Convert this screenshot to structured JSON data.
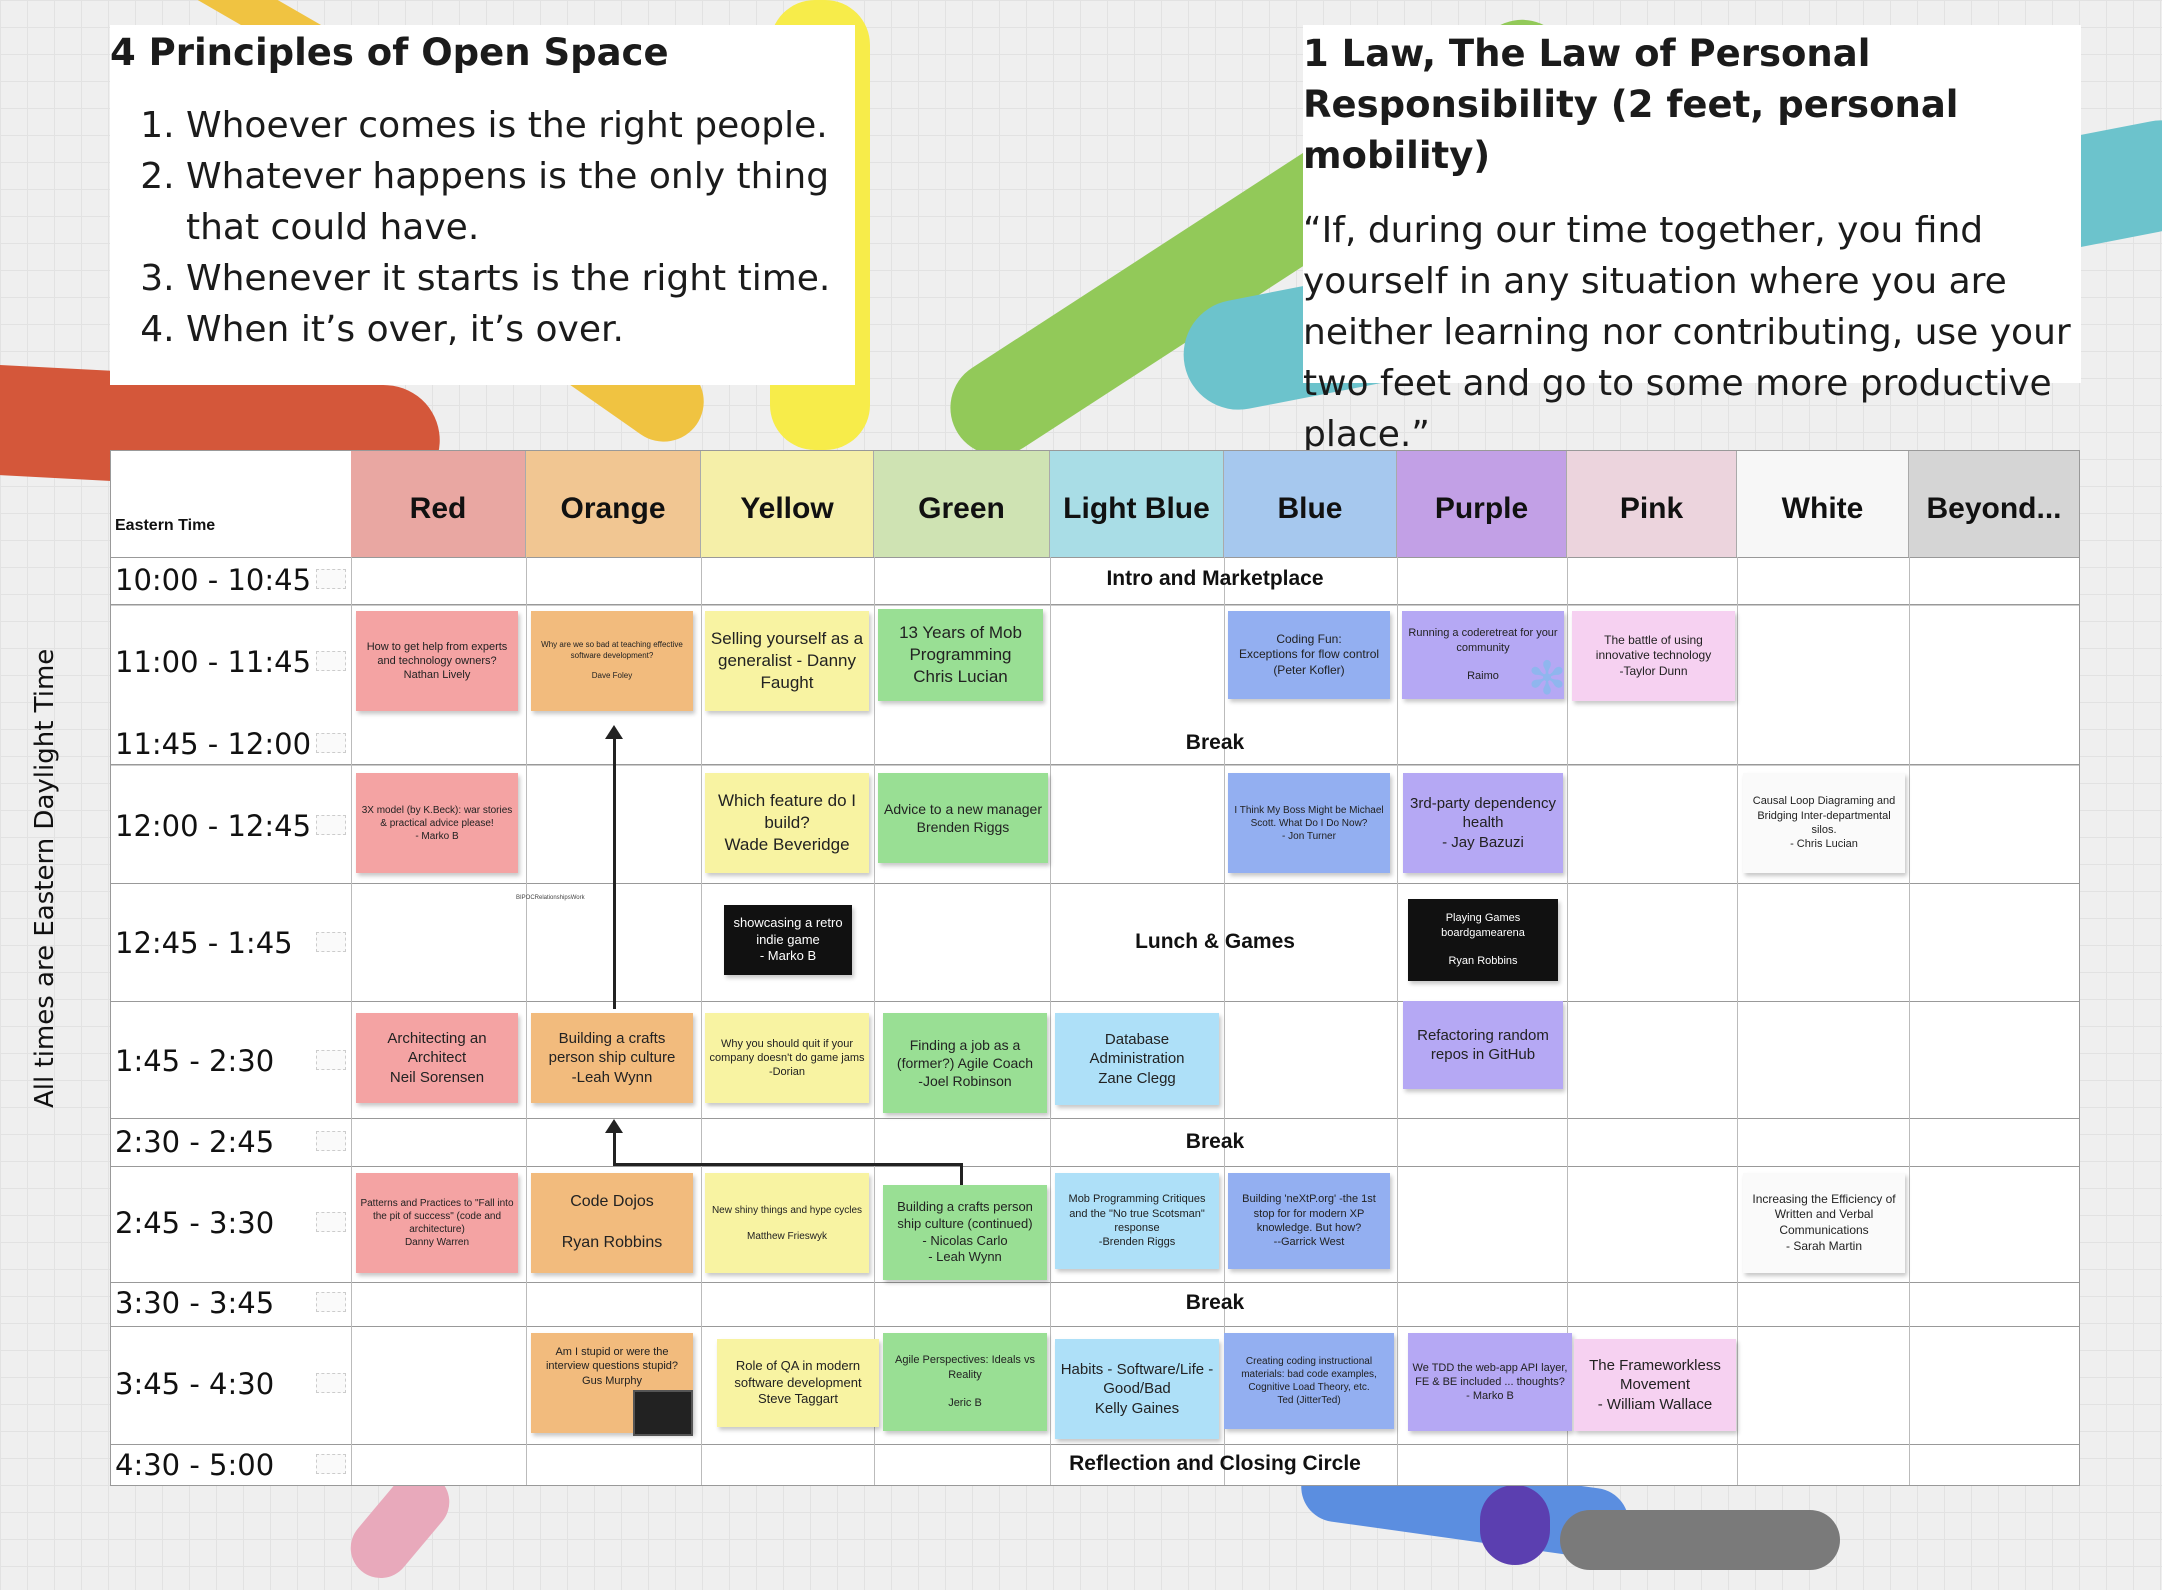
{
  "principles": {
    "title": "4 Principles of Open Space",
    "items": [
      "Whoever comes is the right people.",
      "Whatever happens is the only thing that could have.",
      "Whenever it starts is the right time.",
      "When it’s over, it’s over."
    ]
  },
  "law": {
    "title": "1 Law, The Law of Personal Responsibility (2 feet, personal mobility)",
    "quote": "“If, during our time together, you find yourself in any situation where you are neither learning nor contributing, use your two feet and go to some more productive place.”"
  },
  "side_label": "All times are Eastern Daylight Time",
  "schedule": {
    "timezone_label": "Eastern Time",
    "rooms": [
      "Red",
      "Orange",
      "Yellow",
      "Green",
      "Light Blue",
      "Blue",
      "Purple",
      "Pink",
      "White",
      "Beyond..."
    ],
    "room_colors": [
      "#e9a7a2",
      "#f1c692",
      "#f5efa8",
      "#cfe3b3",
      "#a9dde6",
      "#a6c8ee",
      "#c2a0e6",
      "#ecd4dd",
      "#f7f7f7",
      "#d5d5d5"
    ],
    "slots": [
      "10:00 - 10:45",
      "11:00 - 11:45",
      "11:45 - 12:00",
      "12:00 - 12:45",
      "12:45 - 1:45",
      "1:45 - 2:30",
      "2:30 - 2:45",
      "2:45 - 3:30",
      "3:30 - 3:45",
      "3:45 - 4:30",
      "4:30 - 5:00"
    ],
    "spans": [
      "Intro and Marketplace",
      "Break",
      "Lunch & Games",
      "Break",
      "Break",
      "Reflection and Closing Circle"
    ],
    "tiny_label": "BIPOCRelationshipsWork",
    "notes": [
      "How to get help from experts and technology owners?\nNathan Lively",
      "Why are we so bad at teaching effective software development?\n\nDave Foley",
      "Selling yourself as a generalist - Danny Faught",
      "13 Years of Mob Programming\nChris Lucian",
      "Coding Fun:\nExceptions for flow control\n(Peter Kofler)",
      "Running a coderetreat for your community\n\nRaimo",
      "The battle of using innovative technology\n-Taylor Dunn",
      "3X model (by K.Beck): war stories & practical advice please!\n- Marko B",
      "Which feature do I build?\nWade Beveridge",
      "Advice to a new manager\nBrenden Riggs",
      "I Think My Boss Might be Michael Scott. What Do I Do Now?\n- Jon Turner",
      "3rd-party dependency health\n- Jay Bazuzi",
      "Causal Loop Diagraming and Bridging Inter-departmental silos.\n- Chris Lucian",
      "showcasing a retro indie game\n- Marko B",
      "Playing Games boardgamearena\n\nRyan Robbins",
      "Architecting an Architect\nNeil Sorensen",
      "Building a crafts person ship culture\n-Leah Wynn",
      "Why you should quit if your company doesn't do game jams\n-Dorian",
      "Finding a job as a (former?) Agile Coach\n-Joel Robinson",
      "Database Administration\nZane Clegg",
      "Refactoring random repos in GitHub",
      "Patterns and Practices to \"Fall into the pit of success\" (code and architecture)\nDanny Warren",
      "Code Dojos\n\nRyan Robbins",
      "New shiny things and hype cycles\n\nMatthew Frieswyk",
      "Building a crafts person ship culture (continued)\n- Nicolas Carlo\n- Leah Wynn",
      "Mob Programming Critiques and the \"No true Scotsman\" response\n-Brenden Riggs",
      "Building 'neXtP.org' -the 1st stop for for modern XP knowledge. But how?\n--Garrick West",
      "Increasing the Efficiency of Written and Verbal Communications\n- Sarah Martin",
      "Am I stupid or were the interview questions stupid?\nGus Murphy",
      "Role of QA in modern software development\nSteve Taggart",
      "Agile Perspectives: Ideals vs Reality\n\nJeric B",
      "Habits - Software/Life - Good/Bad\nKelly Gaines",
      "Creating coding instructional materials: bad code examples, Cognitive Load Theory, etc.\nTed (JitterTed)",
      "We TDD the web-app API layer, FE & BE included ... thoughts?\n- Marko B",
      "The Frameworkless Movement\n- William Wallace"
    ]
  },
  "colors": {
    "red_note": "#f4a3a3",
    "orange_note": "#f2bb7d",
    "yellow_note": "#f8f3a2",
    "green_note": "#99df94",
    "lightblue_note": "#aee0f8",
    "blue_note": "#93aff1",
    "purple_note": "#b5a8f4",
    "pink_note": "#f6d1f1",
    "white_note": "#fafafa",
    "dark_note": "#111111"
  }
}
